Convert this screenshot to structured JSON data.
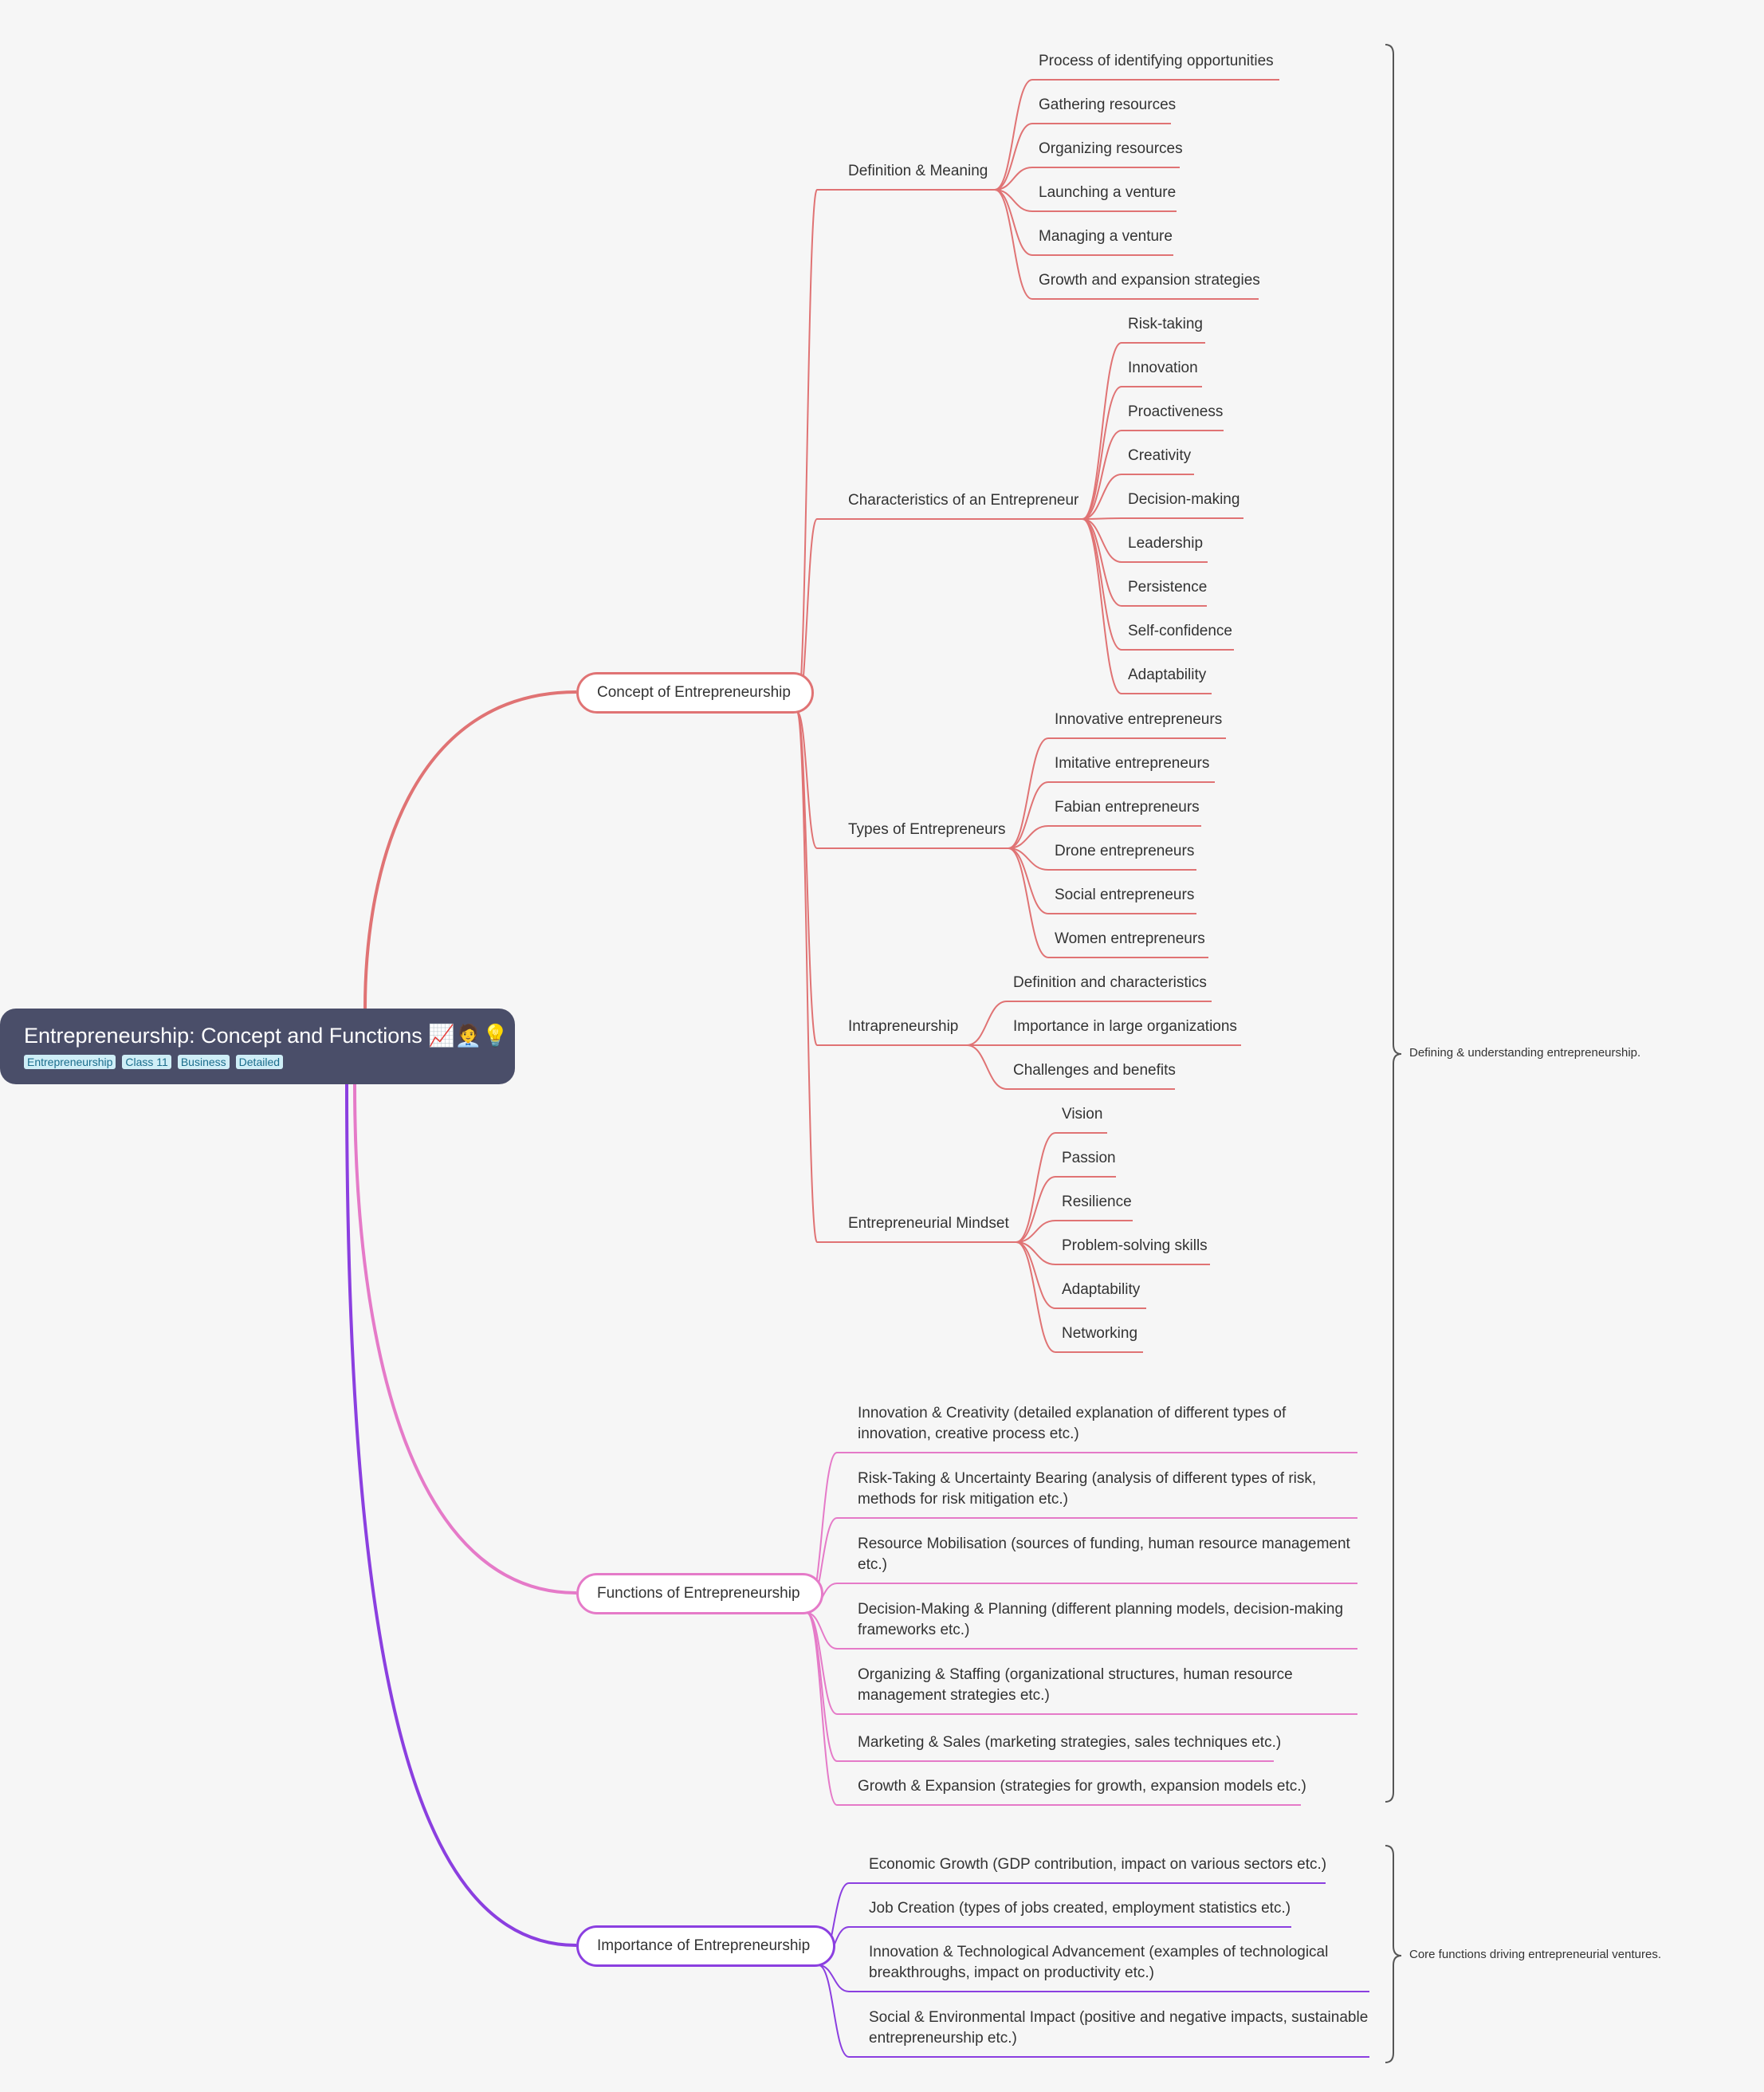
{
  "root": {
    "title": "Entrepreneurship: Concept and Functions 📈🧑‍💼💡",
    "tags": [
      "Entrepreneurship",
      "Class 11",
      "Business",
      "Detailed"
    ]
  },
  "colors": {
    "concept": "#e07374",
    "functions": "#e57ac8",
    "importance": "#8b3fe0"
  },
  "branches": [
    {
      "id": "concept",
      "label": "Concept of Entrepreneurship",
      "subtopics": [
        {
          "label": "Definition & Meaning",
          "items": [
            "Process of identifying opportunities",
            "Gathering resources",
            "Organizing resources",
            "Launching a venture",
            "Managing a venture",
            "Growth and expansion strategies"
          ]
        },
        {
          "label": "Characteristics of an Entrepreneur",
          "items": [
            "Risk-taking",
            "Innovation",
            "Proactiveness",
            "Creativity",
            "Decision-making",
            "Leadership",
            "Persistence",
            "Self-confidence",
            "Adaptability"
          ]
        },
        {
          "label": "Types of Entrepreneurs",
          "items": [
            "Innovative entrepreneurs",
            "Imitative entrepreneurs",
            "Fabian entrepreneurs",
            "Drone entrepreneurs",
            "Social entrepreneurs",
            "Women entrepreneurs"
          ]
        },
        {
          "label": "Intrapreneurship",
          "items": [
            "Definition and characteristics",
            "Importance in large organizations",
            "Challenges and benefits"
          ]
        },
        {
          "label": "Entrepreneurial Mindset",
          "items": [
            "Vision",
            "Passion",
            "Resilience",
            "Problem-solving skills",
            "Adaptability",
            "Networking"
          ]
        }
      ]
    },
    {
      "id": "functions",
      "label": "Functions of Entrepreneurship",
      "items": [
        "Innovation & Creativity (detailed explanation of different types of innovation, creative process etc.)",
        "Risk-Taking & Uncertainty Bearing (analysis of different types of risk, methods for risk mitigation etc.)",
        "Resource Mobilisation (sources of funding, human resource management etc.)",
        "Decision-Making & Planning (different planning models, decision-making frameworks etc.)",
        "Organizing & Staffing (organizational structures, human resource management strategies etc.)",
        "Marketing & Sales (marketing strategies, sales techniques etc.)",
        "Growth & Expansion (strategies for growth, expansion models etc.)"
      ]
    },
    {
      "id": "importance",
      "label": "Importance of Entrepreneurship",
      "items": [
        "Economic Growth (GDP contribution, impact on various sectors etc.)",
        "Job Creation (types of jobs created, employment statistics etc.)",
        "Innovation & Technological Advancement (examples of technological breakthroughs, impact on productivity etc.)",
        "Social & Environmental Impact (positive and negative impacts, sustainable entrepreneurship etc.)"
      ]
    }
  ],
  "summaries": [
    "Defining & understanding entrepreneurship.",
    "Core functions driving entrepreneurial ventures."
  ]
}
